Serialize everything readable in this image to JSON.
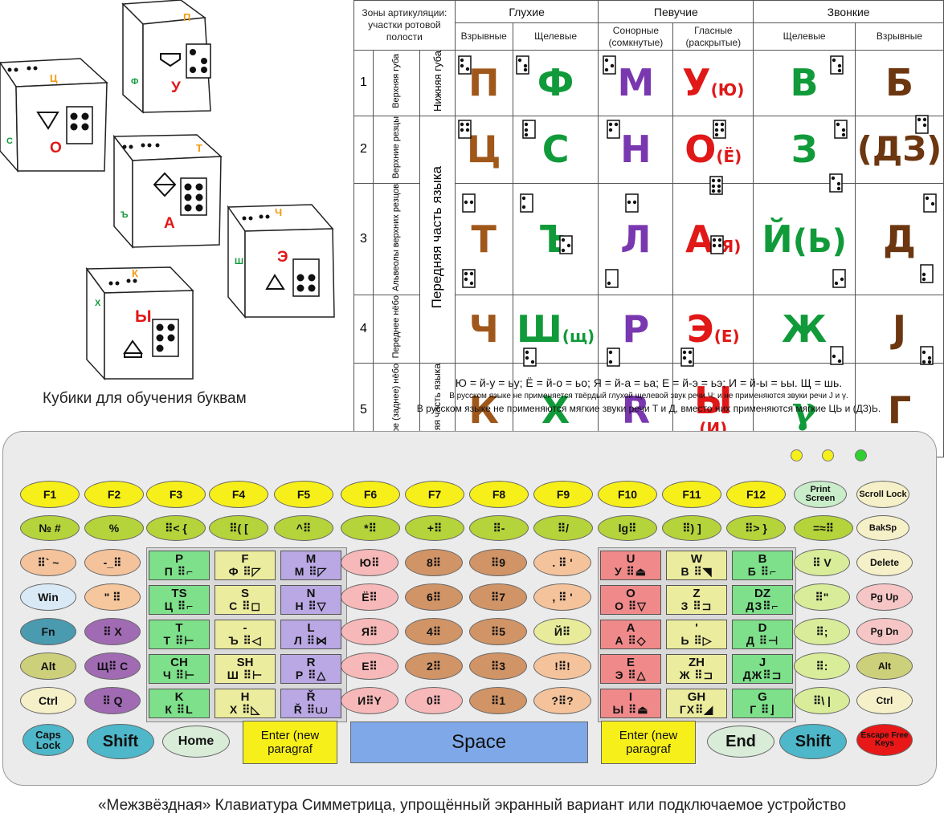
{
  "cubes": {
    "caption": "Кубики для обучения буквам",
    "items": [
      {
        "letter": "П",
        "main": "У",
        "side": "Ф"
      },
      {
        "letter": "Ц",
        "main": "О",
        "side": "С"
      },
      {
        "letter": "Т",
        "main": "А",
        "side": "Ъ"
      },
      {
        "letter": "Ч",
        "main": "Э",
        "side": "Ш"
      },
      {
        "letter": "К",
        "main": "Ы",
        "side": "Х"
      }
    ]
  },
  "table": {
    "zones_label": "Зоны артикуляции: участки ротовой полости",
    "groups": [
      "Глухие",
      "Певучие",
      "Звонкие"
    ],
    "subheaders": [
      "Взрывные",
      "Щелевые",
      "Сонорные (сомкнутые)",
      "Гласные (раскрытые)",
      "Щелевые",
      "Взрывные"
    ],
    "front_tongue": "Передняя часть языка",
    "back_tongue": "Задняя часть языка",
    "rows": [
      {
        "num": "1",
        "zone": "Верхняя губа",
        "zone2": "Нижняя губа",
        "cells": [
          "П",
          "Ф",
          "М",
          "У",
          "В",
          "Б"
        ],
        "vowel_sub": "(Ю)"
      },
      {
        "num": "2",
        "zone": "Верхние резцы",
        "cells": [
          "Ц",
          "С",
          "Н",
          "О",
          "З",
          "(ДЗ)"
        ],
        "vowel_sub": "(Ё)"
      },
      {
        "num": "3",
        "zone": "Альвеолы верхних резцов",
        "cells": [
          "Т",
          "Ъ",
          "Л",
          "А",
          "Й",
          "Д"
        ],
        "vowel_sub": "(Я)",
        "voiced_sub": "(Ь)"
      },
      {
        "num": "4",
        "zone": "Переднее нёбо",
        "cells": [
          "Ч",
          "Ш",
          "Р",
          "Э",
          "Ж",
          "J"
        ],
        "vowel_sub": "(Е)",
        "sh_sub": "(щ)"
      },
      {
        "num": "5",
        "zone": "Мягкое (заднее) нёбо",
        "cells": [
          "К",
          "Х",
          "R",
          "Ы",
          "γ",
          "Г"
        ],
        "vowel_sub": "(И)"
      }
    ],
    "notes": {
      "line1": "Ю = й-у = ьу;  Ё = й-о = ьо; Я = й-а = ьа; Е = й-э = ьэ; И = й-ы = ьы. Щ = шь.",
      "line2": "В русском языке не применяется твёрдый глухой щелевой звук речи Ч; и не применяются звуки речи J и γ.",
      "line3": "В русском языке не применяются мягкие звуки речи Т и Д, вместо них применяются мягкие ЦЬ и (ДЗ)Ь."
    }
  },
  "keyboard": {
    "fkeys": [
      "F1",
      "F2",
      "F3",
      "F4",
      "F5",
      "F6",
      "F7",
      "F8",
      "F9",
      "F10",
      "F11",
      "F12",
      "Print Screen",
      "Scroll Lock"
    ],
    "row2": [
      "№ #",
      "%",
      "⠿< {",
      "⠿( [",
      "^⠿",
      "*⠿",
      "+⠿",
      "⠿-",
      "⠿/",
      "lg⠿",
      "⠿) ]",
      "⠿> }",
      "=≈⠿",
      "BakSp"
    ],
    "left_col": [
      [
        "⠿` ~",
        "-_⠿"
      ],
      [
        "Win",
        "\" ⠿"
      ],
      [
        "Fn",
        "⠿ X"
      ],
      [
        "Alt",
        "Щ⠿ C"
      ],
      [
        "Ctrl",
        "⠿ Q"
      ]
    ],
    "mid_col": [
      [
        "Ю⠿",
        "8⠿",
        "⠿9",
        ". ⠿ '"
      ],
      [
        "Ё⠿",
        "6⠿",
        "⠿7",
        ", ⠿ '"
      ],
      [
        "Я⠿",
        "4⠿",
        "⠿5",
        "Й⠿"
      ],
      [
        "Е⠿",
        "2⠿",
        "⠿3",
        "!⠿!"
      ],
      [
        "И⠿Y",
        "0⠿",
        "⠿1",
        "?⠿?"
      ]
    ],
    "right_col": [
      [
        "⠿ V",
        "Delete"
      ],
      [
        "⠿\"",
        "Pg Up"
      ],
      [
        "⠿;",
        "Pg Dn"
      ],
      [
        "⠿:",
        "Alt"
      ],
      [
        "⠿\\ |",
        "Ctrl"
      ]
    ],
    "left_block": [
      [
        {
          "t": "P",
          "b": "П ⠿⌐"
        },
        {
          "t": "F",
          "b": "Ф ⠿◸"
        },
        {
          "t": "M",
          "b": "М ⠿◸"
        }
      ],
      [
        {
          "t": "TS",
          "b": "Ц ⠿⌐"
        },
        {
          "t": "S",
          "b": "С ⠿◻"
        },
        {
          "t": "N",
          "b": "Н ⠿▽"
        }
      ],
      [
        {
          "t": "T",
          "b": "Т ⠿⊢"
        },
        {
          "t": "-",
          "b": "Ъ ⠿◁"
        },
        {
          "t": "L",
          "b": "Л ⠿⋈"
        }
      ],
      [
        {
          "t": "CH",
          "b": "Ч ⠿⊢"
        },
        {
          "t": "SH",
          "b": "Ш ⠿⊢"
        },
        {
          "t": "R",
          "b": "Р ⠿△"
        }
      ],
      [
        {
          "t": "K",
          "b": "К ⠿L"
        },
        {
          "t": "H",
          "b": "Х ⠿◺"
        },
        {
          "t": "Ř",
          "b": "Ř ⠿⩊"
        }
      ]
    ],
    "right_block": [
      [
        {
          "t": "U",
          "b": "У ⠿⏏"
        },
        {
          "t": "W",
          "b": "В ⠿◥"
        },
        {
          "t": "B",
          "b": "Б ⠿⌐"
        }
      ],
      [
        {
          "t": "O",
          "b": "О ⠿▽"
        },
        {
          "t": "Z",
          "b": "З ⠿⊐"
        },
        {
          "t": "DZ",
          "b": "ДЗ⠿⌐"
        }
      ],
      [
        {
          "t": "A",
          "b": "А ⠿◇"
        },
        {
          "t": "'",
          "b": "Ь ⠿▷"
        },
        {
          "t": "D",
          "b": "Д ⠿⊣"
        }
      ],
      [
        {
          "t": "E",
          "b": "Э ⠿△"
        },
        {
          "t": "ZH",
          "b": "Ж ⠿⊐"
        },
        {
          "t": "J",
          "b": "ДЖ⠿⊐"
        }
      ],
      [
        {
          "t": "I",
          "b": "Ы ⠿⏏"
        },
        {
          "t": "GH",
          "b": "ГХ⠿◢"
        },
        {
          "t": "G",
          "b": "Г ⠿⌋"
        }
      ]
    ],
    "bottom": {
      "caps": "Caps Lock",
      "shift_l": "Shift",
      "home": "Home",
      "enter_l": "Enter (new paragraf",
      "space": "⠀ Space",
      "enter_r": "Enter (new paragraf",
      "end": "End",
      "shift_r": "Shift",
      "escape": "Escape Free Keys"
    },
    "colors": {
      "fkey": "#f7ef1a",
      "row2": "#b5d33a",
      "green": "#7ee08a",
      "yellow": "#ecec9e",
      "purple": "#b9a8e3",
      "red": "#f08a8a",
      "orange": "#f4c39c",
      "brown": "#d19466",
      "pink": "#f6b8b8",
      "blue": "#7fa8e8",
      "teal": "#4eb7c9"
    },
    "caption": "«Межзвёздная» Клавиатура Симметрица, упрощённый экранный вариант или подключаемое устройство"
  },
  "letter_colors": {
    "voiceless": "#a0571a",
    "green": "#119a3a",
    "purple": "#7a38b0",
    "red": "#e01818",
    "brown": "#6b3610"
  }
}
